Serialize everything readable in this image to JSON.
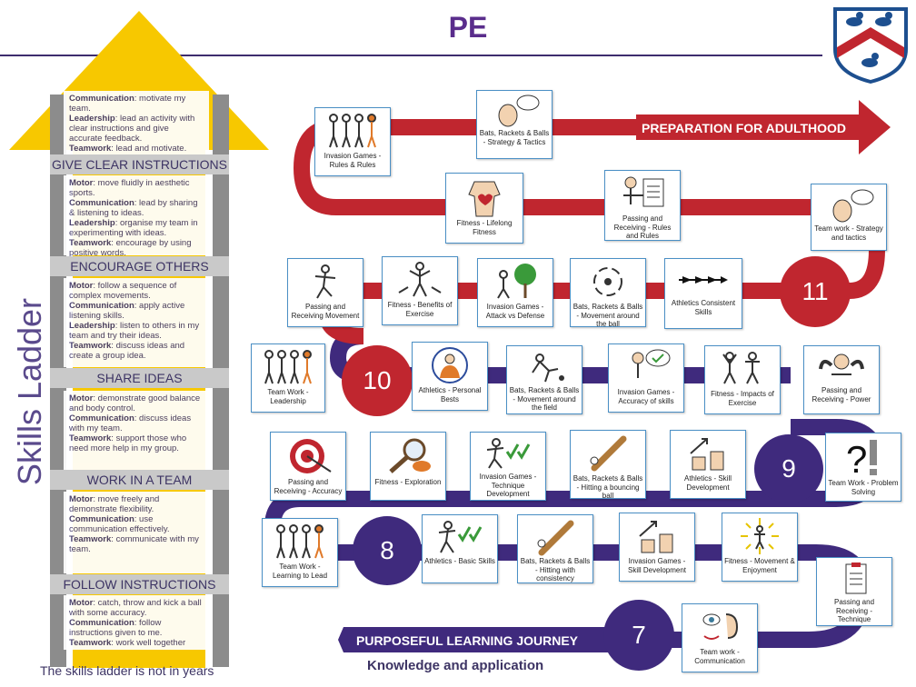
{
  "header": {
    "title": "PE"
  },
  "side_title": "Skills Ladder",
  "ladder": {
    "sections": [
      {
        "lines": [
          {
            "k": "Communication",
            "t": ": motivate my team."
          },
          {
            "k": "Leadership",
            "t": ": lead an activity with clear instructions and give accurate feedback."
          },
          {
            "k": "Teamwork",
            "t": ": lead and motivate."
          }
        ]
      },
      {
        "lines": [
          {
            "k": "Motor",
            "t": ": move fluidly in aesthetic sports."
          },
          {
            "k": "Communication",
            "t": ": lead by sharing & listening to ideas."
          },
          {
            "k": "Leadership",
            "t": ": organise my team in experimenting with ideas."
          },
          {
            "k": "Teamwork",
            "t": ": encourage by using positive words."
          }
        ]
      },
      {
        "lines": [
          {
            "k": "Motor",
            "t": ": follow a sequence of complex movements."
          },
          {
            "k": "Communication",
            "t": ": apply active listening skills."
          },
          {
            "k": "Leadership",
            "t": ": listen to others in my team and try their ideas."
          },
          {
            "k": "Teamwork",
            "t": ": discuss ideas and create a group idea."
          }
        ]
      },
      {
        "lines": [
          {
            "k": "Motor",
            "t": ": demonstrate good balance and body control."
          },
          {
            "k": "Communication",
            "t": ": discuss ideas with my team."
          },
          {
            "k": "Teamwork",
            "t": ": support those who need more help in my group."
          }
        ]
      },
      {
        "lines": [
          {
            "k": "Motor",
            "t": ": move freely and demonstrate flexibility."
          },
          {
            "k": "Communication",
            "t": ": use communication effectively."
          },
          {
            "k": "Teamwork",
            "t": ": communicate with my team."
          }
        ]
      },
      {
        "lines": [
          {
            "k": "Motor",
            "t": ": catch, throw and kick a ball with some accuracy."
          },
          {
            "k": "Communication",
            "t": ": follow instructions given to me."
          },
          {
            "k": "Teamwork",
            "t": ": work well together"
          }
        ]
      }
    ],
    "rungs": [
      "GIVE CLEAR INSTRUCTIONS",
      "ENCOURAGE OTHERS",
      "SHARE IDEAS",
      "WORK IN A TEAM",
      "FOLLOW INSTRUCTIONS"
    ],
    "footnote": "The skills ladder is not in years"
  },
  "journey": {
    "end_banner": "PREPARATION FOR ADULTHOOD",
    "start_banner": "PURPOSEFUL LEARNING JOURNEY",
    "subtitle": "Knowledge and application",
    "years": [
      "11",
      "10",
      "9",
      "8",
      "7"
    ],
    "colors": {
      "red": "#c0262f",
      "purple": "#3f2a7d"
    }
  },
  "cards": [
    {
      "label": "Invasion Games - Rules & Rules",
      "icon": "team-figures-icon"
    },
    {
      "label": "Bats, Rackets & Balls - Strategy & Tactics",
      "icon": "thinking-head-icon"
    },
    {
      "label": "Fitness - Lifelong Fitness",
      "icon": "body-heart-icon"
    },
    {
      "label": "Passing and Receiving - Rules and Rules",
      "icon": "checklist-icon"
    },
    {
      "label": "Team work - Strategy and tactics",
      "icon": "thinking-head-icon"
    },
    {
      "label": "Passing and Receiving Movement",
      "icon": "moving-figure-icon"
    },
    {
      "label": "Fitness - Benefits of Exercise",
      "icon": "exercise-figures-icon"
    },
    {
      "label": "Invasion Games - Attack vs Defense",
      "icon": "tree-figure-icon"
    },
    {
      "label": "Bats, Rackets & Balls - Movement around the ball",
      "icon": "circular-arrows-icon"
    },
    {
      "label": "Athletics Consistent Skills",
      "icon": "arrows-icon"
    },
    {
      "label": "Team Work - Leadership",
      "icon": "team-figures-icon"
    },
    {
      "label": "Athletics - Personal Bests",
      "icon": "person-portrait-icon"
    },
    {
      "label": "Bats, Rackets & Balls - Movement around the field",
      "icon": "crouching-figure-icon"
    },
    {
      "label": "Invasion Games - Accuracy of skills",
      "icon": "thinking-figure-icon"
    },
    {
      "label": "Fitness - Impacts of Exercise",
      "icon": "jumping-figures-icon"
    },
    {
      "label": "Passing and Receiving - Power",
      "icon": "strong-arms-icon"
    },
    {
      "label": "Passing and Receiving - Accuracy",
      "icon": "target-icon"
    },
    {
      "label": "Fitness - Exploration",
      "icon": "magnifier-icon"
    },
    {
      "label": "Invasion Games - Technique Development",
      "icon": "figure-ticks-icon"
    },
    {
      "label": "Bats, Rackets & Balls - Hitting a bouncing ball",
      "icon": "bat-ball-icon"
    },
    {
      "label": "Athletics - Skill Development",
      "icon": "thumbs-up-icon"
    },
    {
      "label": "Team Work - Problem Solving",
      "icon": "question-exclaim-icon"
    },
    {
      "label": "Team Work - Learning to Lead",
      "icon": "team-figures-icon"
    },
    {
      "label": "Athletics - Basic Skills",
      "icon": "figure-ticks-icon"
    },
    {
      "label": "Bats, Rackets & Balls - Hitting with consistency",
      "icon": "bat-ball-icon"
    },
    {
      "label": "Invasion Games - Skill Development",
      "icon": "thumbs-up-icon"
    },
    {
      "label": "Fitness - Movement & Enjoyment",
      "icon": "sunburst-figure-icon"
    },
    {
      "label": "Passing and Receiving - Technique",
      "icon": "clipboard-icon"
    },
    {
      "label": "Team work - Communication",
      "icon": "face-ear-icon"
    }
  ]
}
